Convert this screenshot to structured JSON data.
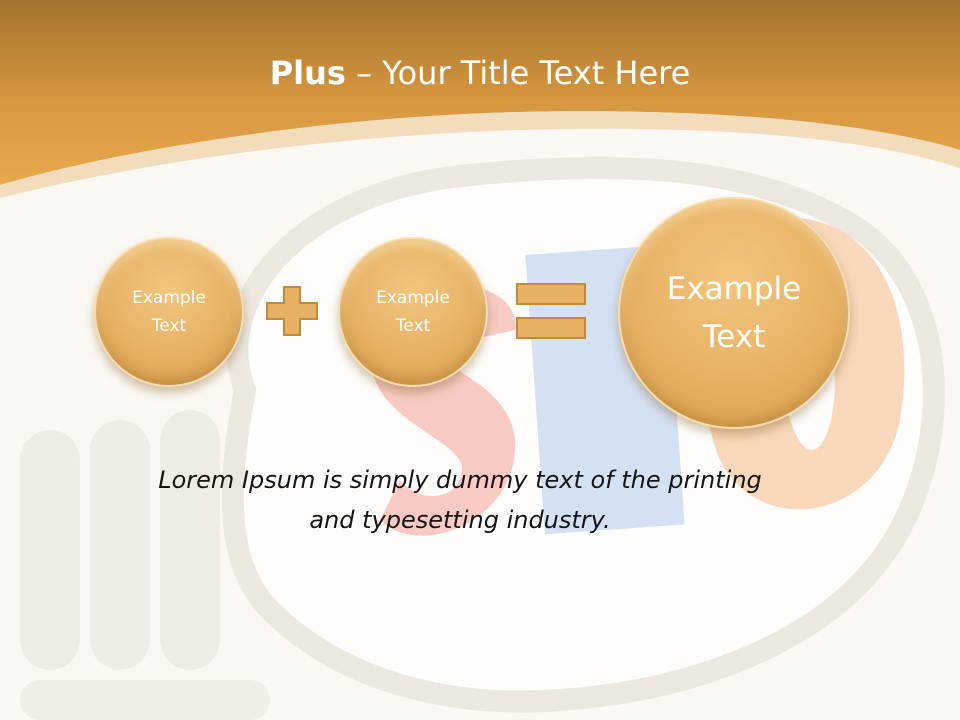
{
  "slide": {
    "title_bold": "Plus",
    "title_rest": " – Your Title Text Here",
    "circles": [
      {
        "line1": "Example",
        "line2": "Text"
      },
      {
        "line1": "Example",
        "line2": "Text"
      },
      {
        "line1": "Example",
        "line2": "Text"
      }
    ],
    "operators": {
      "plus": "plus-icon",
      "equals": "equals-icon"
    },
    "body_line1": "Lorem Ipsum is simply dummy text of the printing",
    "body_line2": "and typesetting industry."
  },
  "colors": {
    "header_top": "#a3732e",
    "header_bottom": "#e8a74c",
    "circle": "#e6b164",
    "background": "#fbf8f3"
  }
}
